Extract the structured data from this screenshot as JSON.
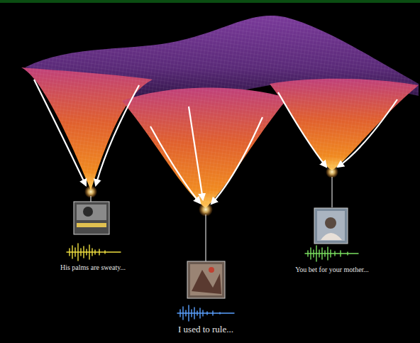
{
  "diagram": {
    "labels": [
      "His palms are sweaty...",
      "I used to rule...",
      "You bet for your mother..."
    ]
  }
}
